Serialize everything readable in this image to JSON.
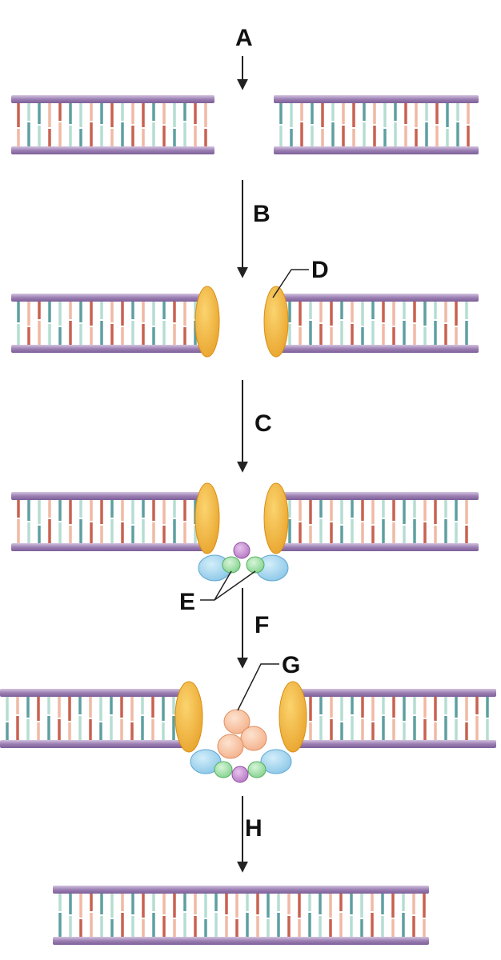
{
  "labels": {
    "A": "A",
    "B": "B",
    "C": "C",
    "D": "D",
    "E": "E",
    "F": "F",
    "G": "G",
    "H": "H"
  },
  "colors": {
    "backbone": "#9b7fb3",
    "backbone_light": "#c4b0d6",
    "rung_red": "#c9614f",
    "rung_pink": "#f0b9a4",
    "rung_teal": "#5e9fa0",
    "rung_mint": "#b5ddd2",
    "protein_orange": "#f2b53c",
    "protein_orange_edge": "#d88f14",
    "protein_blue": "#9fd3ef",
    "protein_green": "#9fe0a6",
    "protein_purple": "#c88dd2",
    "protein_peach": "#f8c4a2",
    "arrow": "#222222"
  }
}
